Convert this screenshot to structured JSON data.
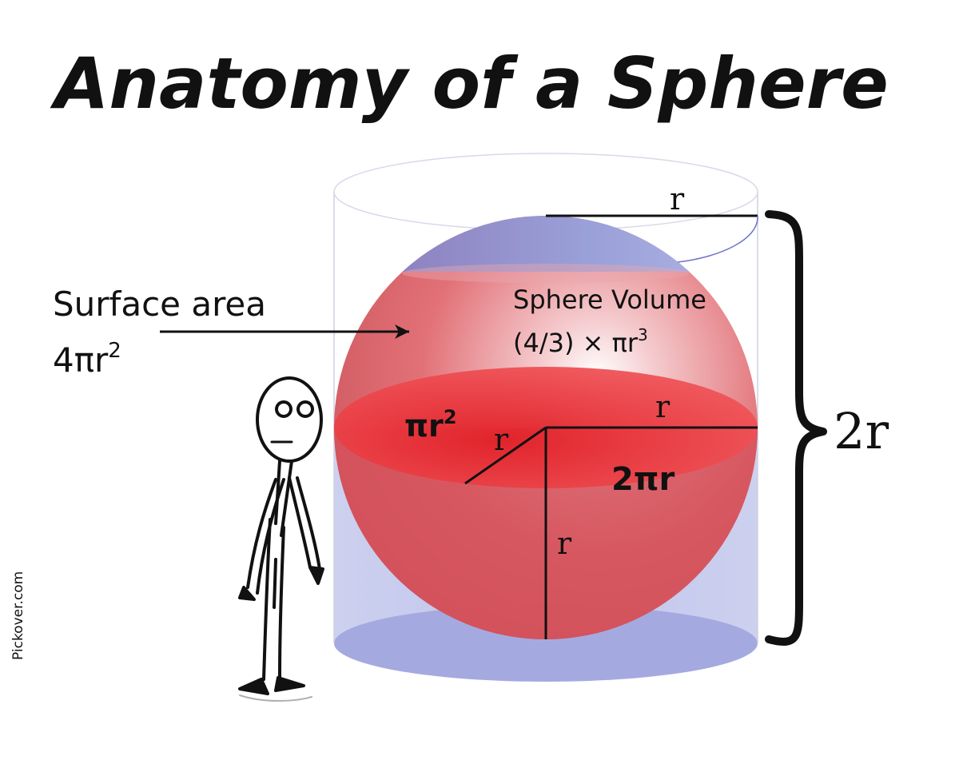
{
  "title": "Anatomy of a Sphere",
  "surface_area": {
    "label": "Surface area",
    "formula_base": "4πr",
    "exponent": "2"
  },
  "volume": {
    "label": "Sphere Volume",
    "formula_base": "(4/3) × πr",
    "exponent": "3"
  },
  "cross_section_area": {
    "base": "πr",
    "exponent": "2"
  },
  "circumference": "2πr",
  "radius_symbol": "r",
  "height_label": "2r",
  "credit": "Pickover.com",
  "colors": {
    "sphere_red": "#d94a4e",
    "equator_red": "#e52a2f",
    "cap_blue": "#8f93d4",
    "cylinder_blue": "#9fa6e0",
    "ink": "#111111"
  }
}
